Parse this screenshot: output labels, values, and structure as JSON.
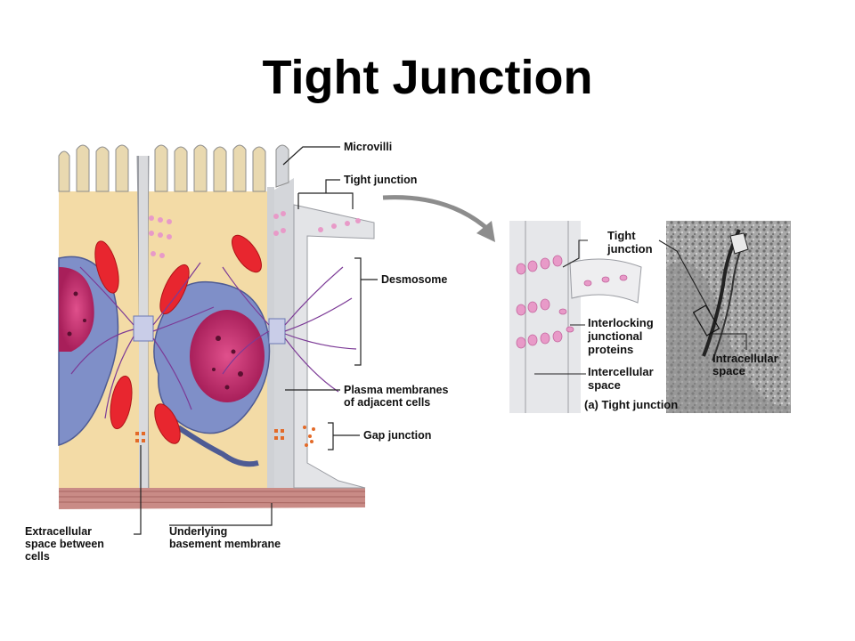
{
  "title": "Tight Junction",
  "labels": {
    "microvilli": "Microvilli",
    "tight_junction": "Tight junction",
    "desmosome": "Desmosome",
    "plasma_membranes": "Plasma membranes\nof adjacent cells",
    "gap_junction": "Gap junction",
    "extracellular_space": "Extracellular\nspace between\ncells",
    "basement_membrane": "Underlying\nbasement membrane"
  },
  "detail": {
    "tight_junction": "Tight\njunction",
    "interlocking_proteins": "Interlocking\njunctional\nproteins",
    "intercellular_space": "Intercellular\nspace",
    "intracellular_space": "Intracellular\nspace",
    "caption": "(a) Tight junction"
  },
  "colors": {
    "cytoplasm": "#f3dba6",
    "nucleus_blue": "#7f8fc8",
    "nucleus_red": "#c8286a",
    "mitochondria": "#e8262f",
    "membrane_gray": "#d4d6da",
    "junction_pink": "#e89ac8",
    "basement": "#c98b86"
  }
}
